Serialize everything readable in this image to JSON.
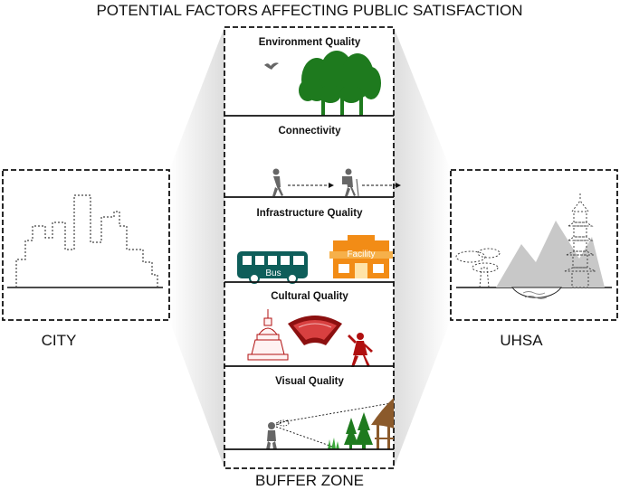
{
  "title": "POTENTIAL FACTORS AFFECTING PUBLIC SATISFACTION",
  "left_label": "CITY",
  "right_label": "UHSA",
  "bottom_label": "BUFFER ZONE",
  "panels": [
    {
      "title": "Environment Quality"
    },
    {
      "title": "Connectivity"
    },
    {
      "title": "Infrastructure Quality",
      "bus_text": "Bus",
      "facility_text": "Facility"
    },
    {
      "title": "Cultural Quality"
    },
    {
      "title": "Visual Quality"
    }
  ],
  "colors": {
    "tree_green": "#1e7a1e",
    "bus_teal": "#0e5e5a",
    "facility_orange": "#f28c16",
    "cultural_red": "#b01010",
    "mountain_gray": "#c8c8c8",
    "funnel_gray": "#eeeeee"
  }
}
